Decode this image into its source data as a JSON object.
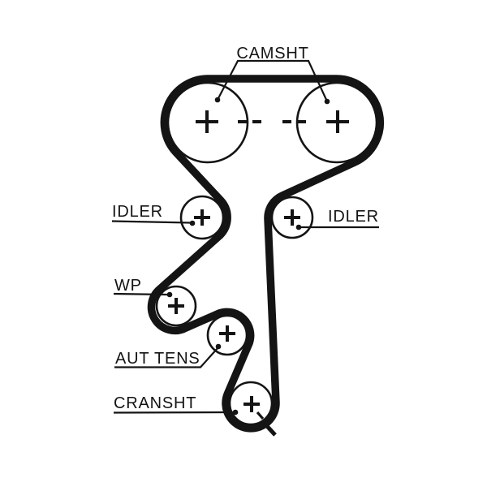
{
  "diagram": {
    "type": "timing-belt-routing-diagram",
    "background_color": "#ffffff",
    "line_color": "#141414",
    "labels": {
      "camshaft": "CAMSHT",
      "idler_left": "IDLER",
      "idler_right": "IDLER",
      "water_pump": "WP",
      "tensioner": "AUT TENS",
      "crankshaft": "CRANSHT"
    },
    "symbols": {
      "pulley_center_mark": "+",
      "camshaft_timing_marks": "- -",
      "crankshaft_timing_mark": "- -"
    },
    "pulleys": [
      {
        "name": "camshaft-left",
        "label": "CAMSHT",
        "center_mark": "+"
      },
      {
        "name": "camshaft-right",
        "label": "CAMSHT",
        "center_mark": "+"
      },
      {
        "name": "idler-left",
        "label": "IDLER",
        "center_mark": "+"
      },
      {
        "name": "idler-right",
        "label": "IDLER",
        "center_mark": "+"
      },
      {
        "name": "water-pump",
        "label": "WP",
        "center_mark": "+"
      },
      {
        "name": "automatic-tensioner",
        "label": "AUT TENS",
        "center_mark": "+"
      },
      {
        "name": "crankshaft",
        "label": "CRANSHT",
        "center_mark": "+"
      }
    ]
  }
}
